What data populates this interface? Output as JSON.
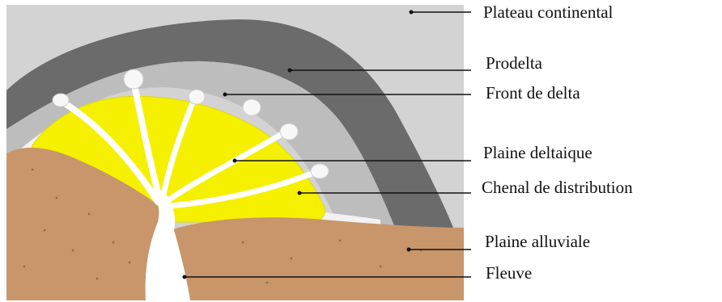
{
  "diagram": {
    "labels": {
      "plateau": "Plateau continental",
      "prodelta": "Prodelta",
      "front": "Front de delta",
      "plaine_deltaique": "Plaine deltaique",
      "chenal": "Chenal de distribution",
      "plaine_alluviale": "Plaine alluviale",
      "fleuve": "Fleuve"
    },
    "colors": {
      "plateau": "#d3d3d3",
      "prodelta": "#6b6b6b",
      "front": "#bdbdbd",
      "delta_plain": "#f5f000",
      "alluvial": "#c8966a",
      "river": "#ffffff"
    }
  }
}
